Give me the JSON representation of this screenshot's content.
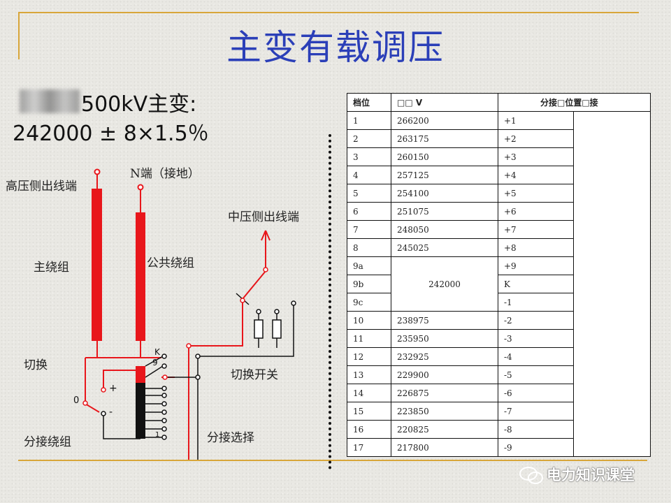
{
  "title": "主变有载调压",
  "subtitle": {
    "line1": "500kV主变:",
    "line2": "242000 ± 8×1.5％"
  },
  "diagram": {
    "labels": {
      "hv_terminal": "高压侧出线端",
      "n_terminal": "N端（接地）",
      "main_winding": "主绕组",
      "common_winding": "公共绕组",
      "mv_terminal": "中压侧出线端",
      "changeover": "切换",
      "changeover_switch": "切换开关",
      "tap_winding": "分接绕组",
      "tap_selector": "分接选择",
      "zero": "0",
      "plus": "+",
      "minus": "-",
      "k": "K",
      "nine": "9",
      "one": "1"
    },
    "colors": {
      "winding": "#e8161b",
      "wire": "#111111"
    }
  },
  "table": {
    "headers": [
      "档位",
      "□□ V",
      "分接□位置□接",
      ""
    ],
    "rows": [
      {
        "pos": "1",
        "v": "266200",
        "tap": "+1"
      },
      {
        "pos": "2",
        "v": "263175",
        "tap": "+2"
      },
      {
        "pos": "3",
        "v": "260150",
        "tap": "+3"
      },
      {
        "pos": "4",
        "v": "257125",
        "tap": "+4"
      },
      {
        "pos": "5",
        "v": "254100",
        "tap": "+5"
      },
      {
        "pos": "6",
        "v": "251075",
        "tap": "+6"
      },
      {
        "pos": "7",
        "v": "248050",
        "tap": "+7"
      },
      {
        "pos": "8",
        "v": "245025",
        "tap": "+8"
      },
      {
        "pos": "9a",
        "v": "242000",
        "tap": "+9"
      },
      {
        "pos": "9b",
        "v": "",
        "tap": "K"
      },
      {
        "pos": "9c",
        "v": "",
        "tap": "-1"
      },
      {
        "pos": "10",
        "v": "238975",
        "tap": "-2"
      },
      {
        "pos": "11",
        "v": "235950",
        "tap": "-3"
      },
      {
        "pos": "12",
        "v": "232925",
        "tap": "-4"
      },
      {
        "pos": "13",
        "v": "229900",
        "tap": "-5"
      },
      {
        "pos": "14",
        "v": "226875",
        "tap": "-6"
      },
      {
        "pos": "15",
        "v": "223850",
        "tap": "-7"
      },
      {
        "pos": "16",
        "v": "220825",
        "tap": "-8"
      },
      {
        "pos": "17",
        "v": "217800",
        "tap": "-9"
      }
    ]
  },
  "watermark": "电力知识课堂",
  "accent_color": "#d8a63a",
  "title_color": "#2b3fb8"
}
